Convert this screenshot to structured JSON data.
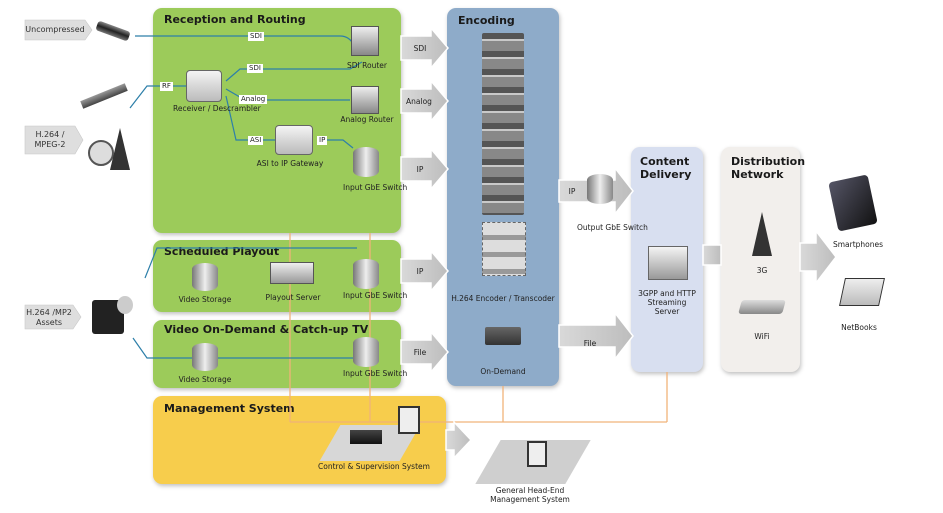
{
  "sources": {
    "uncompressed": "Uncompressed",
    "h264_mpeg2": "H.264 / MPEG-2",
    "h264_mp2_assets": "H.264 /MP2 Assets"
  },
  "reception": {
    "title": "Reception and Routing",
    "receiver": "Receiver / Descrambler",
    "sdi_router": "SDI Router",
    "analog_router": "Analog Router",
    "asi_gateway": "ASI to IP Gateway",
    "input_switch": "Input GbE Switch",
    "links": {
      "sdi_top": "SDI",
      "rf": "RF",
      "sdi_mid": "SDI",
      "analog": "Analog",
      "asi": "ASI",
      "ip": "IP"
    }
  },
  "playout": {
    "title": "Scheduled Playout",
    "storage": "Video Storage",
    "server": "Playout Server",
    "input_switch": "Input GbE Switch"
  },
  "vod": {
    "title": "Video On-Demand & Catch-up TV",
    "storage": "Video Storage",
    "input_switch": "Input GbE Switch"
  },
  "arrows": {
    "sdi": "SDI",
    "analog": "Analog",
    "ip1": "IP",
    "ip2": "IP",
    "file1": "File",
    "ip_out": "IP",
    "file2": "File"
  },
  "encoding": {
    "title": "Encoding",
    "encoder": "H.264 Encoder / Transcoder",
    "on_demand": "On-Demand",
    "output_switch": "Output GbE Switch"
  },
  "content_delivery": {
    "title": "Content Delivery",
    "server": "3GPP and HTTP Streaming Server"
  },
  "distribution": {
    "title": "Distribution Network",
    "g3": "3G",
    "wifi": "WiFi"
  },
  "devices": {
    "smartphones": "Smartphones",
    "netbooks": "NetBooks"
  },
  "management": {
    "title": "Management System",
    "control": "Control & Supervision System",
    "general": "General Head-End Management System"
  }
}
